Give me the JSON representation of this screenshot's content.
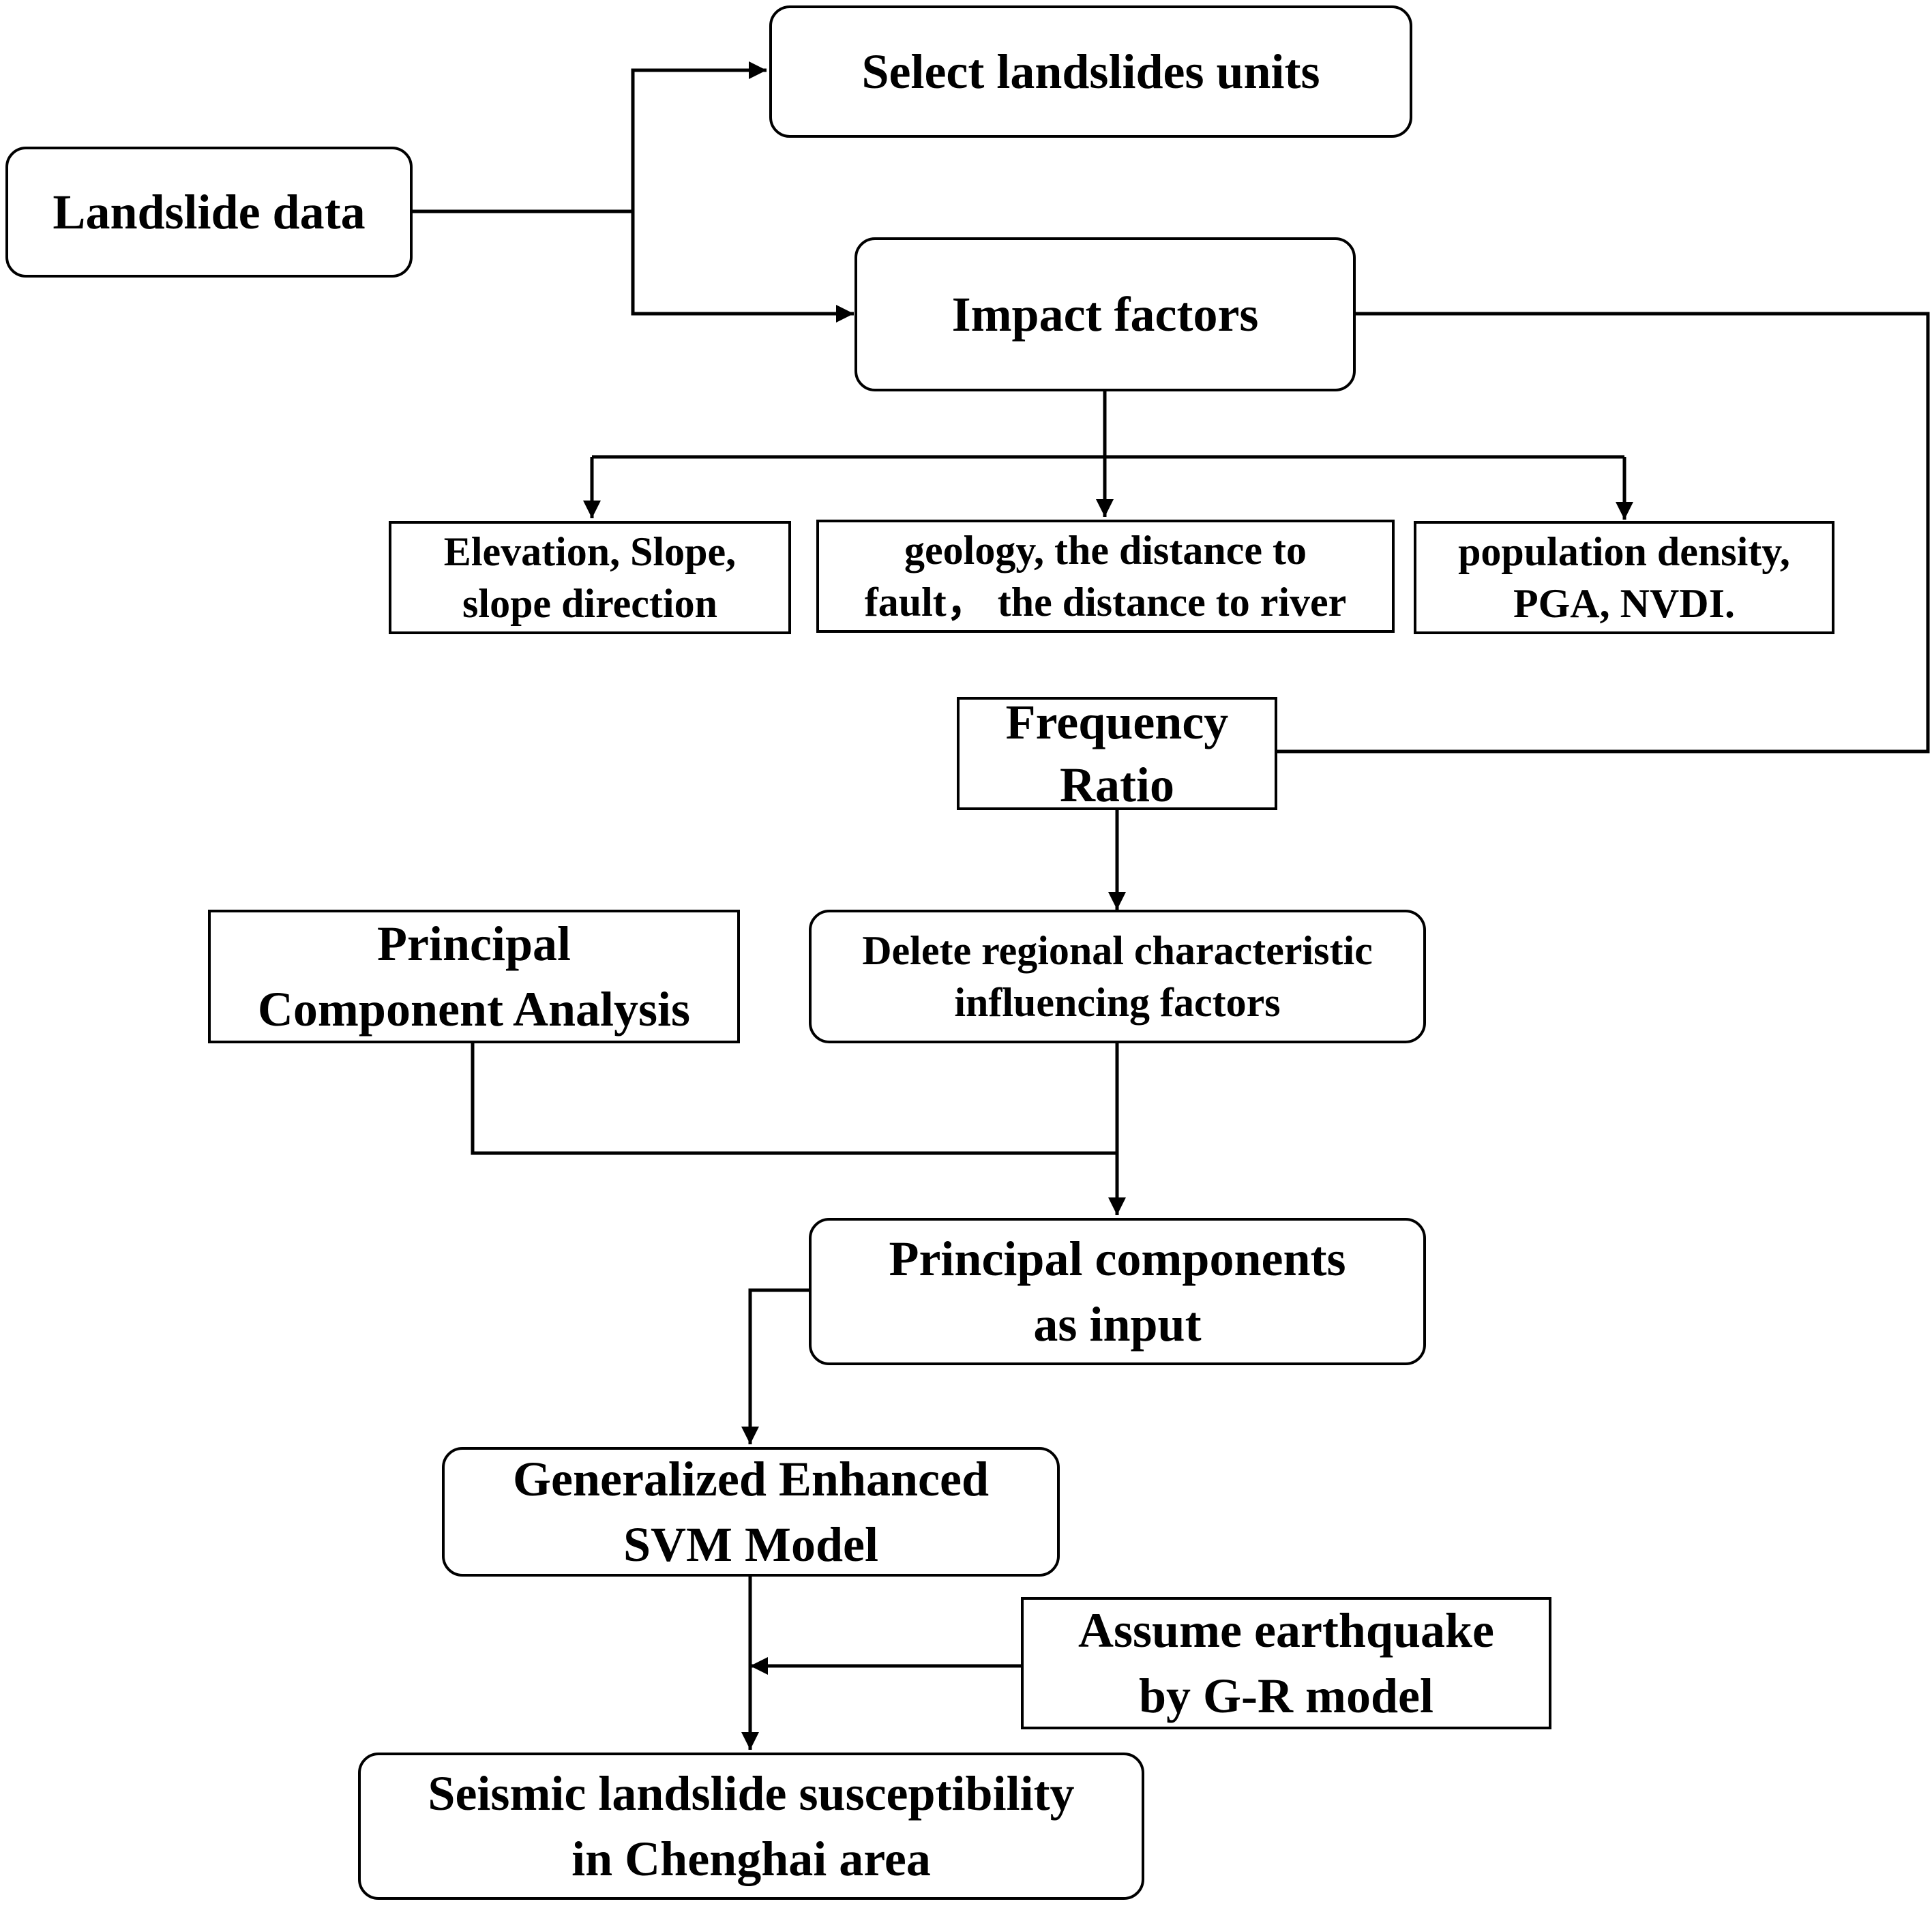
{
  "nodes": {
    "landslide_data": "Landslide data",
    "select_units": "Select landslides units",
    "impact_factors": "Impact factors",
    "factor_group_1": "Elevation, Slope,\nslope direction",
    "factor_group_2": "geology, the distance to\nfault，  the distance to river",
    "factor_group_3": "population density,\nPGA, NVDI.",
    "frequency_ratio": "Frequency\nRatio",
    "pca": "Principal\nComponent Analysis",
    "delete_factors": "Delete regional characteristic\ninfluencing factors",
    "principal_components": "Principal components\nas input",
    "svm_model": "Generalized Enhanced\nSVM Model",
    "assume_earthquake": "Assume earthquake\nby G-R model",
    "susceptibility": "Seismic landslide susceptibility\nin Chenghai area"
  },
  "colors": {
    "stroke": "#000000",
    "background": "#ffffff"
  }
}
